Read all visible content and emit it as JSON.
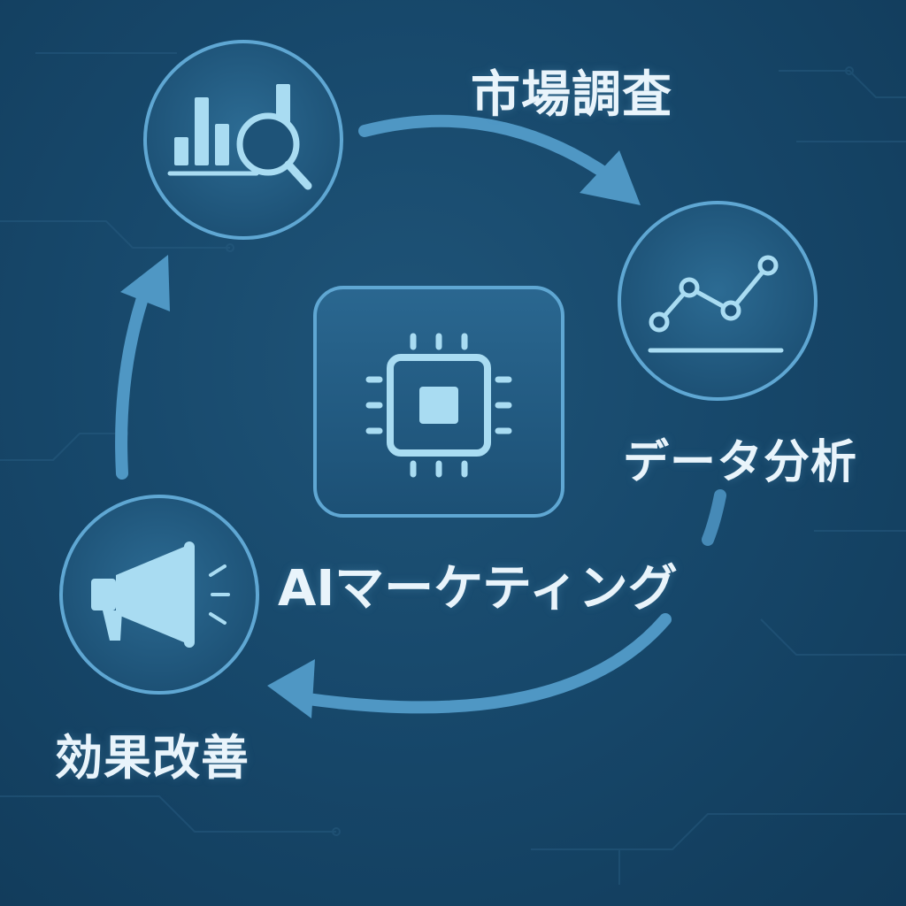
{
  "diagram": {
    "center": {
      "label": "AIマーケティング",
      "icon": "cpu-chip-icon"
    },
    "steps": [
      {
        "label": "市場調査",
        "icon": "bar-chart-magnifier-icon"
      },
      {
        "label": "データ分析",
        "icon": "line-chart-icon"
      },
      {
        "label": "効果改善",
        "icon": "megaphone-icon"
      }
    ],
    "flow": "clockwise-cycle"
  },
  "colors": {
    "background": "#17486b",
    "accent": "#6fb6df",
    "icon_fill": "#a9dcf2",
    "text": "#e9f4fb"
  }
}
